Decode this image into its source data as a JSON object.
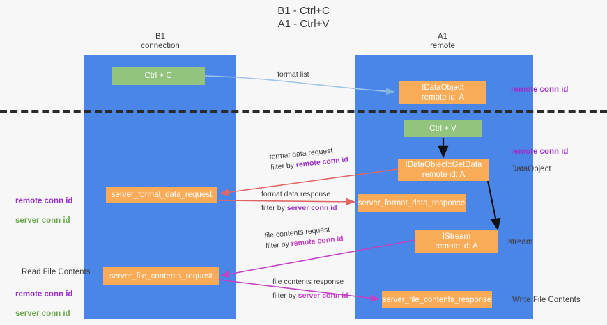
{
  "title": "B1 - Ctrl+C\nA1 - Ctrl+V",
  "lanes": [
    {
      "name": "b1",
      "header": "B1\nconnection",
      "color": "#4a86e8"
    },
    {
      "name": "a1",
      "header": "A1\nremote",
      "color": "#4a86e8"
    }
  ],
  "colors": {
    "lane": "#4a86e8",
    "green_node": "#93c47d",
    "orange_node": "#f9ab58",
    "purple_text": "#9b30c8",
    "green_text": "#6aa84f",
    "magenta_text": "#c341c3",
    "divider": "#2b2b2b",
    "arrow_blue": "#9fc5e8",
    "arrow_red": "#e06666",
    "arrow_magenta": "#c341c3",
    "arrow_black": "#000000",
    "background": "#f7f7f7"
  },
  "nodes": {
    "ctrl_c": "Ctrl + C",
    "idataobject": "IDataObject\nremote id: A",
    "ctrl_v": "Ctrl + V",
    "getdata": "IDataObject::GetData\nremote id: A",
    "server_format_data_request": "server_format_data_request",
    "server_format_data_response": "server_format_data_response",
    "istream": "IStream\nremote id: A",
    "server_file_contents_request": "server_file_contents_request",
    "server_file_contents_response": "server_file_contents_response"
  },
  "edge_labels": {
    "format_list": "format list",
    "format_data_request": "format data request",
    "format_data_request_filter_prefix": "filter by ",
    "format_data_request_filter_key": "remote conn id",
    "format_data_response": "format data response",
    "format_data_response_filter_prefix": "filter by ",
    "format_data_response_filter_key": "server conn id",
    "file_contents_request": "file contents request",
    "file_contents_request_filter_prefix": "filter by ",
    "file_contents_request_filter_key": "remote conn id",
    "file_contents_response": "file contents response",
    "file_contents_response_filter_prefix": "filter by ",
    "file_contents_response_filter_key": "server conn id"
  },
  "right_notes": {
    "remote_conn_id_1": "remote conn id",
    "remote_conn_id_2": "remote conn id",
    "dataobject": "DataObject",
    "istream": "Istream",
    "write_file_contents": "Write File Contents"
  },
  "left_notes": {
    "conn_ids_1": "remote conn id\nserver conn id",
    "read_file_contents": "Read File Contents",
    "conn_ids_2": "remote conn id\nserver conn id"
  }
}
